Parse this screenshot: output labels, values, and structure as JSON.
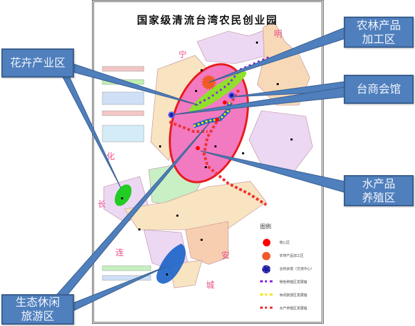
{
  "map": {
    "title": "国家级清流台湾农民创业园",
    "place_labels": [
      "明",
      "宁",
      "化",
      "长",
      "连",
      "安",
      "城"
    ],
    "legend": {
      "title": "图例",
      "items": [
        {
          "label": "核心区",
          "symbol": "red-dot-icon",
          "color": "#ff0000"
        },
        {
          "label": "农林产品加工区",
          "symbol": "orange-sun-icon",
          "color": "#f05a28"
        },
        {
          "label": "台商会馆（交流中心）",
          "symbol": "blue-sun-icon",
          "color": "#1a1a9a"
        },
        {
          "label": "特色种植区发展轴",
          "symbol": "purple-arrow-icon",
          "color": "#8a2be2"
        },
        {
          "label": "休闲旅游区发展轴",
          "symbol": "yellow-arrow-icon",
          "color": "#f2e600"
        },
        {
          "label": "水产养殖区发展轴",
          "symbol": "red-arrow-icon",
          "color": "#ee3333"
        }
      ]
    }
  },
  "callouts": {
    "processing": "农林产品加工区",
    "flower": "花卉产业区",
    "taishang": "台商会馆",
    "aquatic": "水产品养殖区",
    "eco": "生态休闲旅游区"
  },
  "colors": {
    "callout_fill": "#4f7fbd",
    "callout_border": "#3a5f8f",
    "core_ellipse": "#e81b1b",
    "core_fill": "#f27ac0"
  }
}
